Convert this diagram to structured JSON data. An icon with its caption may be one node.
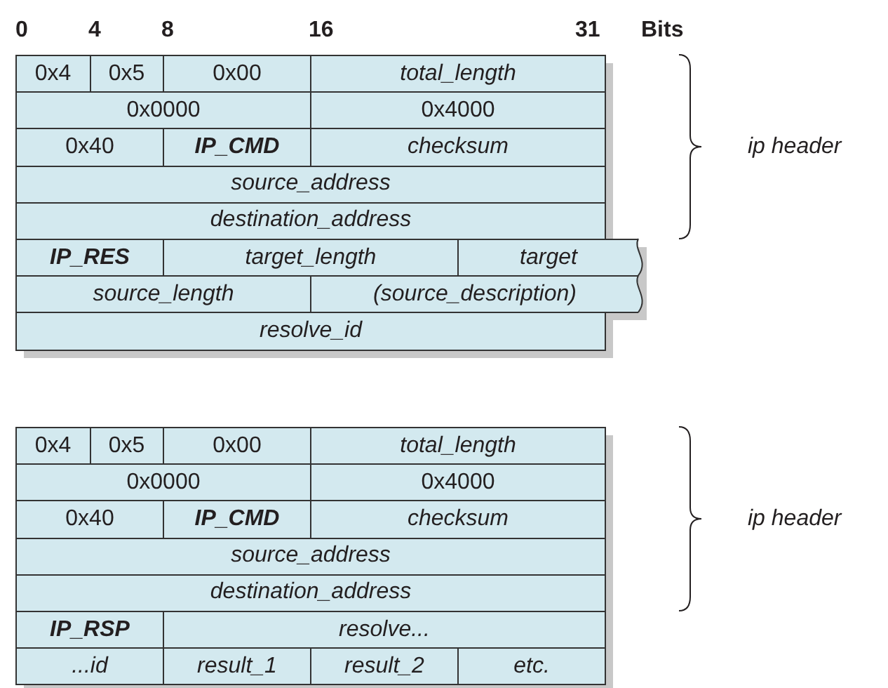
{
  "diagram": {
    "labels": [
      "0",
      "4",
      "8",
      "16",
      "31",
      "Bits",
      "0x4",
      "0x5",
      "0x00",
      "total_length",
      "0x0000",
      "0x4000",
      "0x40",
      "IP_CMD",
      "checksum",
      "source_address",
      "destination_address",
      "IP_RES",
      "target_length",
      "target",
      "source_length",
      "(source_description)",
      "resolve_id",
      "ip header",
      "0x4",
      "0x5",
      "0x00",
      "total_length",
      "0x0000",
      "0x4000",
      "0x40",
      "IP_CMD",
      "checksum",
      "source_address",
      "destination_address",
      "IP_RSP",
      "resolve...",
      "...id",
      "result_1",
      "result_2",
      "etc.",
      "ip header"
    ]
  }
}
